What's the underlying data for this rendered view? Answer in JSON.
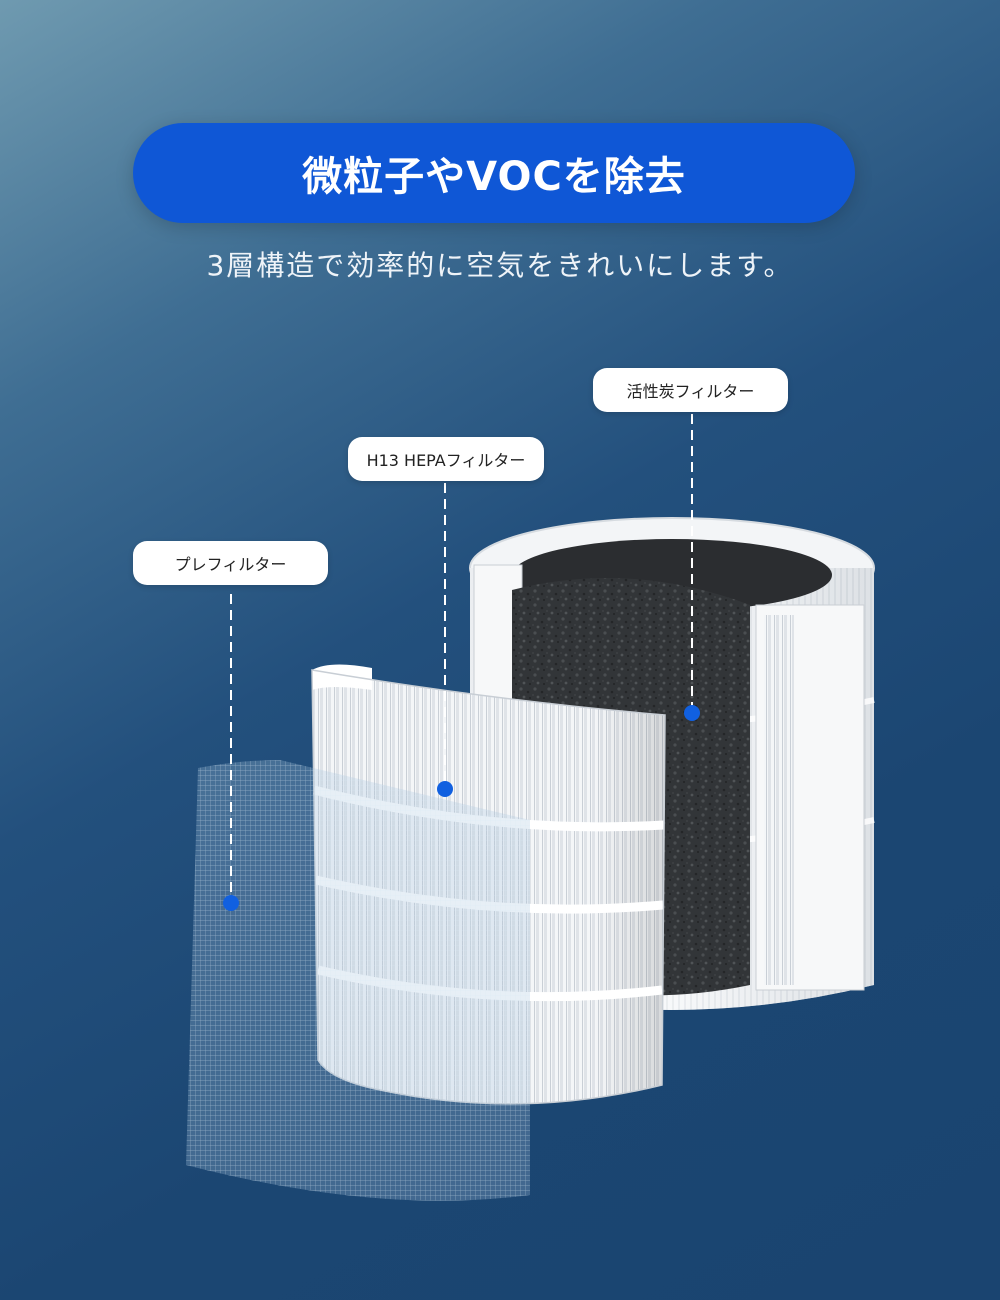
{
  "header": {
    "title": "微粒子やVOCを除去",
    "subtitle": "3層構造で効率的に空気をきれいにします。"
  },
  "filters": {
    "pre_filter": "プレフィルター",
    "hepa_filter": "H13 HEPAフィルター",
    "carbon_filter": "活性炭フィルター"
  },
  "colors": {
    "accent": "#0f57d6",
    "marker": "#1160e0",
    "background_dark": "#1b4672",
    "background_light": "#6f9ab0"
  }
}
